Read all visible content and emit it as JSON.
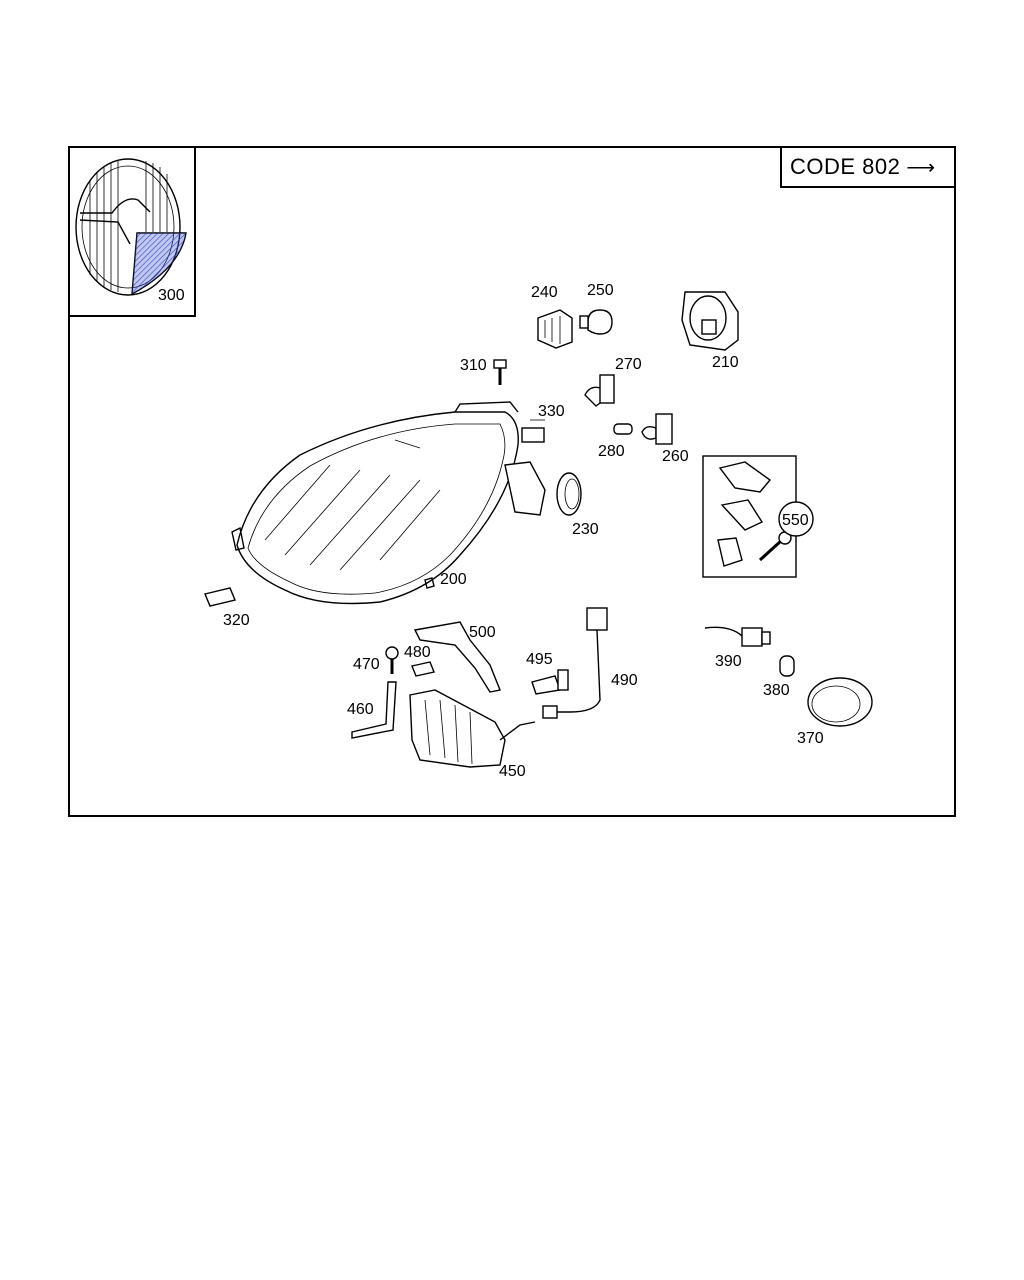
{
  "code_box": {
    "label": "CODE 802",
    "arrow": "⟶"
  },
  "parts": {
    "p300": "300",
    "p240": "240",
    "p250": "250",
    "p210": "210",
    "p310": "310",
    "p270": "270",
    "p330": "330",
    "p280": "280",
    "p260": "260",
    "p230": "230",
    "p550": "550",
    "p200": "200",
    "p320": "320",
    "p500": "500",
    "p470": "470",
    "p480": "480",
    "p495": "495",
    "p490": "490",
    "p390": "390",
    "p380": "380",
    "p460": "460",
    "p450": "450",
    "p370": "370"
  },
  "colors": {
    "inset_highlight": "#4a5fd6",
    "line": "#000000"
  }
}
